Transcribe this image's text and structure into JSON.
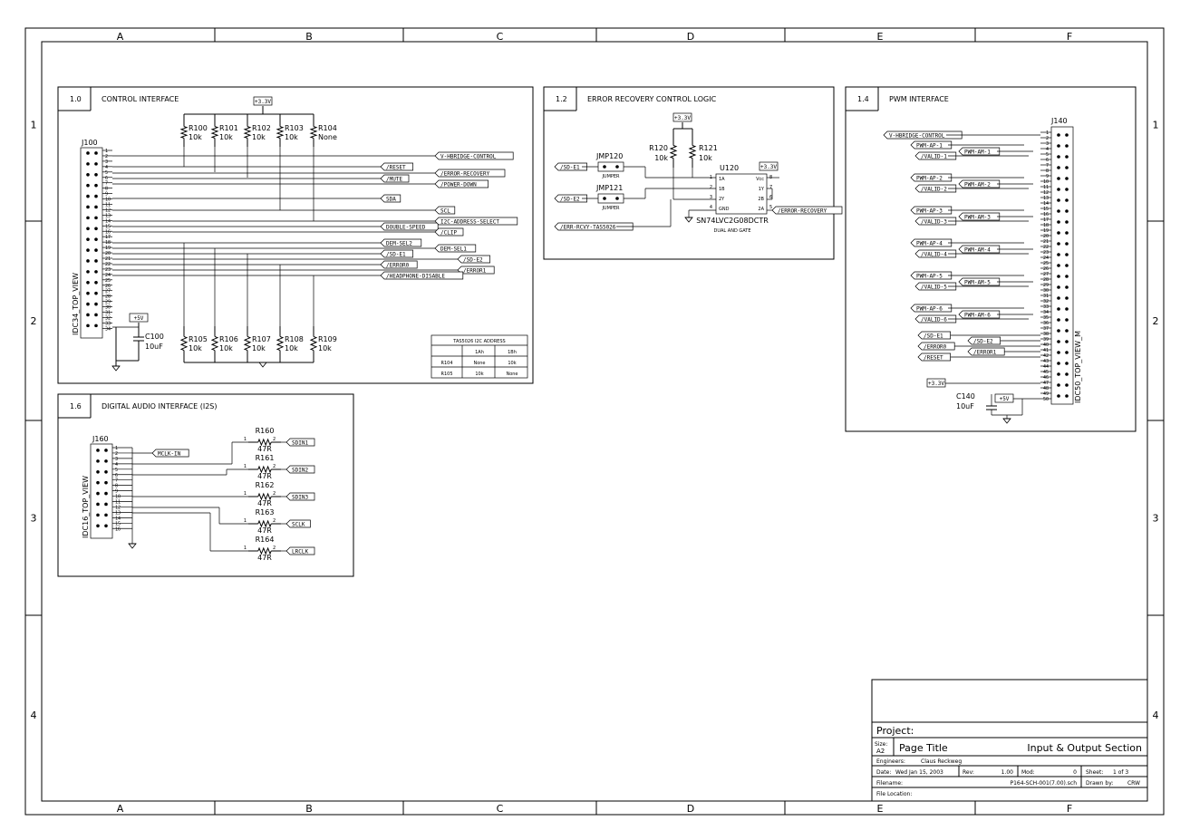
{
  "frame": {
    "columns": [
      "A",
      "B",
      "C",
      "D",
      "E",
      "F"
    ],
    "rows": [
      "1",
      "2",
      "3",
      "4"
    ]
  },
  "sections": {
    "control": {
      "num": "1.0",
      "title": "CONTROL INTERFACE"
    },
    "error": {
      "num": "1.2",
      "title": "ERROR RECOVERY CONTROL LOGIC"
    },
    "pwm": {
      "num": "1.4",
      "title": "PWM INTERFACE"
    },
    "audio": {
      "num": "1.6",
      "title": "DIGITAL AUDIO INTERFACE (I2S)"
    }
  },
  "control": {
    "connector_ref": "J100",
    "connector_name": "IDC34_TOP_VIEW",
    "supply": "+3.3V",
    "supply_cap": "+5V",
    "top_resistors": [
      {
        "ref": "R100",
        "val": "10k"
      },
      {
        "ref": "R101",
        "val": "10k"
      },
      {
        "ref": "R102",
        "val": "10k"
      },
      {
        "ref": "R103",
        "val": "10k"
      },
      {
        "ref": "R104",
        "val": "None"
      }
    ],
    "bottom_resistors": [
      {
        "ref": "R105",
        "val": "10k"
      },
      {
        "ref": "R106",
        "val": "10k"
      },
      {
        "ref": "R107",
        "val": "10k"
      },
      {
        "ref": "R108",
        "val": "10k"
      },
      {
        "ref": "R109",
        "val": "10k"
      }
    ],
    "cap": {
      "ref": "C100",
      "val": "10uF"
    },
    "pins": [
      "1",
      "2",
      "3",
      "4",
      "5",
      "6",
      "7",
      "8",
      "9",
      "10",
      "11",
      "12",
      "13",
      "14",
      "15",
      "16",
      "17",
      "18",
      "19",
      "20",
      "21",
      "22",
      "23",
      "24",
      "25",
      "26",
      "27",
      "28",
      "29",
      "30",
      "31",
      "32",
      "33",
      "34"
    ],
    "nets_left": [
      "/RESET",
      "/MUTE",
      "SDA",
      "SCL",
      "DOUBLE-SPEED",
      "DEM-SEL2",
      "/SD-E1",
      "/ERROR0",
      "/HEADPHONE-DISABLE"
    ],
    "nets_right": [
      "V-HBRIDGE-CONTROL",
      "/ERROR-RECOVERY",
      "/POWER-DOWN",
      "I2C-ADDRESS-SELECT",
      "/CLIP",
      "DEM-SEL1",
      "/SD-E2",
      "/ERROR1"
    ],
    "table": {
      "title": "TAS5026 I2C ADDRESS",
      "headers": [
        "",
        "1Ah",
        "1Bh"
      ],
      "rows": [
        [
          "R104",
          "None",
          "10k"
        ],
        [
          "R105",
          "10k",
          "None"
        ]
      ]
    }
  },
  "error": {
    "supply": "+3.3V",
    "in1": "/SD-E1",
    "in2": "/SD-E2",
    "jmp1": "JMP120",
    "jmp2": "JMP121",
    "jmp_label": "JUMPER",
    "r1": {
      "ref": "R120",
      "val": "10k"
    },
    "r2": {
      "ref": "R121",
      "val": "10k"
    },
    "ic_ref": "U120",
    "ic_name": "SN74LVC2G08DCTR",
    "ic_desc": "DUAL AND GATE",
    "ic_pins_left": [
      "1A",
      "1B",
      "2Y",
      "GND"
    ],
    "ic_pins_right": [
      "Vcc",
      "1Y",
      "2B",
      "2A"
    ],
    "ic_nums_left": [
      "1",
      "2",
      "3",
      "4"
    ],
    "ic_nums_right": [
      "8",
      "7",
      "6",
      "5"
    ],
    "out": "/ERROR-RECOVERY",
    "erc": "/ERR-RCVY-TAS5026"
  },
  "pwm": {
    "connector_ref": "J140",
    "connector_name": "IDC50_TOP_VIEW_M",
    "vh": "V-HBRIDGE-CONTROL",
    "ch": [
      {
        "ap": "PWM-AP-1",
        "am": "PWM-AM-1",
        "valid": "/VALID-1"
      },
      {
        "ap": "PWM-AP-2",
        "am": "PWM-AM-2",
        "valid": "/VALID-2"
      },
      {
        "ap": "PWM-AP-3",
        "am": "PWM-AM-3",
        "valid": "/VALID-3"
      },
      {
        "ap": "PWM-AP-4",
        "am": "PWM-AM-4",
        "valid": "/VALID-4"
      },
      {
        "ap": "PWM-AP-5",
        "am": "PWM-AM-5",
        "valid": "/VALID-5"
      },
      {
        "ap": "PWM-AP-6",
        "am": "PWM-AM-6",
        "valid": "/VALID-6"
      }
    ],
    "misc": [
      "/SD-E1",
      "/SD-E2",
      "/ERROR0",
      "/ERROR1",
      "/RESET"
    ],
    "supply": "+3.3V",
    "supply2": "+5V",
    "cap": {
      "ref": "C140",
      "val": "10uF"
    }
  },
  "audio": {
    "connector_ref": "J160",
    "connector_name": "IDC16_TOP_VIEW",
    "mclk": "MCLK-IN",
    "res": [
      {
        "ref": "R160",
        "val": "47R",
        "net": "SDIN1"
      },
      {
        "ref": "R161",
        "val": "47R",
        "net": "SDIN2"
      },
      {
        "ref": "R162",
        "val": "47R",
        "net": "SDIN3"
      },
      {
        "ref": "R163",
        "val": "47R",
        "net": "SCLK"
      },
      {
        "ref": "R164",
        "val": "47R",
        "net": "LRCLK"
      }
    ]
  },
  "titleblock": {
    "project": "Project:",
    "size_label": "Size:",
    "size": "A2",
    "page_title": "Page Title",
    "section": "Input & Output Section",
    "engineers_label": "Engineers:",
    "engineers": "Claus Reckweg",
    "date_label": "Date:",
    "date": "Wed Jan 15, 2003",
    "rev_label": "Rev:",
    "rev": "1.00",
    "mod_label": "Mod:",
    "mod": "0",
    "sheet_label": "Sheet:",
    "sheet": "1 of 3",
    "filename_label": "Filename:",
    "filename": "P164-SCH-001(7.00).sch",
    "drawn_label": "Drawn by:",
    "drawn": "CRW",
    "location_label": "File Location:"
  }
}
